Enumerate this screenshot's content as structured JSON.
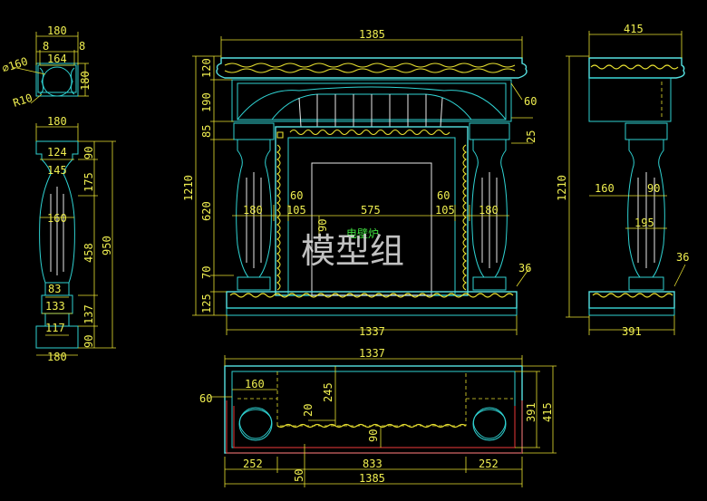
{
  "watermark": "模型组",
  "center_label": "电壁炉",
  "dims": {
    "c1": "180",
    "c2": "8",
    "c3": "8",
    "c4": "164",
    "c5": "∅160",
    "c6": "180",
    "c7": "R10",
    "p1": "180",
    "p2": "124",
    "p3": "90",
    "p4": "145",
    "p5": "175",
    "p6": "160",
    "p7": "458",
    "p8": "950",
    "p9": "83",
    "p10": "133",
    "p11": "137",
    "p12": "117",
    "p13": "90",
    "p14": "180",
    "f1": "1385",
    "f2": "120",
    "f3": "190",
    "f4": "60",
    "f5": "85",
    "f6": "25",
    "f7": "1210",
    "f8": "620",
    "f9": "60",
    "f10": "60",
    "f11": "575",
    "f12": "180",
    "f13": "105",
    "f14": "105",
    "f15": "180",
    "f16": "90",
    "f17": "70",
    "f18": "36",
    "f19": "125",
    "f20": "1337",
    "s1": "415",
    "s2": "1210",
    "s3": "160",
    "s4": "90",
    "s5": "195",
    "s6": "36",
    "s7": "391",
    "b1": "1337",
    "b2": "60",
    "b3": "160",
    "b4": "245",
    "b5": "20",
    "b6": "90",
    "b7": "391",
    "b8": "415",
    "b9": "252",
    "b10": "833",
    "b11": "252",
    "b12": "50",
    "b13": "1385"
  }
}
